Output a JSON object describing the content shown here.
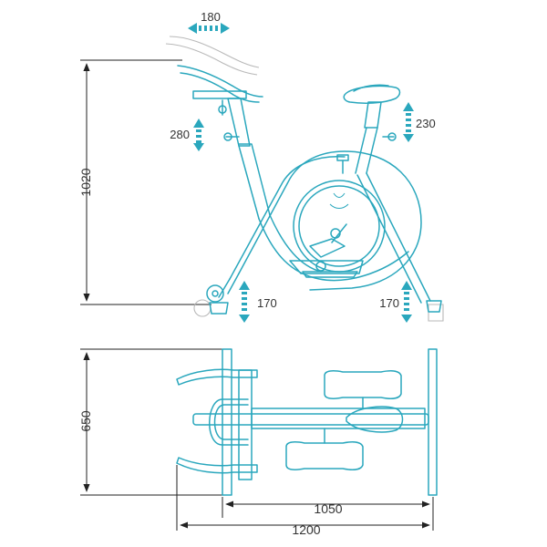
{
  "diagram": {
    "side_view": {
      "height_label": "1020",
      "handlebar_horizontal_adjust": "180",
      "handlebar_vertical_adjust": "280",
      "seat_vertical_adjust": "230",
      "front_foot_adjust": "170",
      "rear_foot_adjust": "170"
    },
    "top_view": {
      "width_label": "650",
      "inner_length_label": "1050",
      "total_length_label": "1200"
    },
    "colors": {
      "product": "#2aa7bd",
      "dimension_lines": "#222222",
      "ghost_outline": "#b9b9b9"
    }
  }
}
